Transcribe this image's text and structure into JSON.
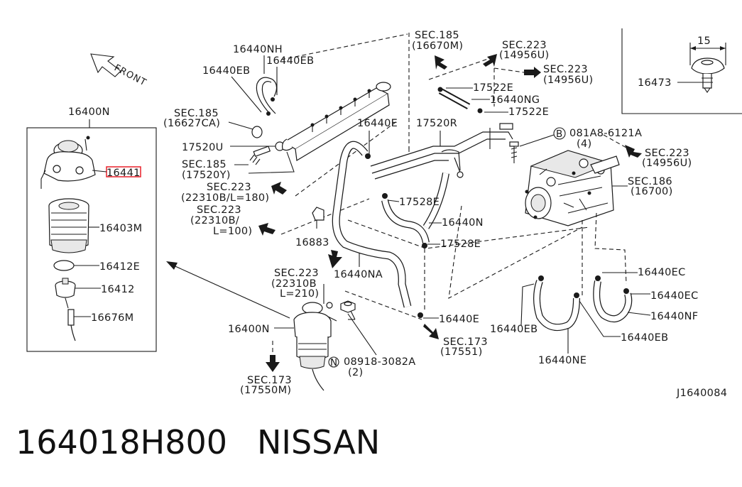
{
  "diagram": {
    "ref_code": "J1640084",
    "front_label": "FRONT",
    "labels": {
      "p16400N_top": "16400N",
      "p16441": "16441",
      "p16403M": "16403M",
      "p16412E": "16412E",
      "p16412": "16412",
      "p16676M": "16676M",
      "p16440NH": "16440NH",
      "p16440EB_a": "16440EB",
      "p16440EB_b": "16440EB",
      "sec185_a1": "SEC.185",
      "sec185_a2": "(16627CA)",
      "p17520U": "17520U",
      "sec185_b1": "SEC.185",
      "sec185_b2": "(17520Y)",
      "sec223_a1": "SEC.223",
      "sec223_a2": "(22310B/L=180)",
      "sec223_b1": "SEC.223",
      "sec223_b2": "(22310B/",
      "sec223_b3": "L=100)",
      "p16883": "16883",
      "sec185_c1": "SEC.185",
      "sec185_c2": "(16670M)",
      "sec223_c1": "SEC.223",
      "sec223_c2": "(14956U)",
      "sec223_d1": "SEC.223",
      "sec223_d2": "(14956U)",
      "p17522E_a": "17522E",
      "p16440NG": "16440NG",
      "p17522E_b": "17522E",
      "p16440E_a": "16440E",
      "p17520R": "17520R",
      "bolt_circle": "B",
      "bolt_code": "081A8-6121A",
      "bolt_qty": "(4)",
      "sec223_e1": "SEC.223",
      "sec223_e2": "(14956U)",
      "sec186_1": "SEC.186",
      "sec186_2": "(16700)",
      "p17528E_a": "17528E",
      "p16440N": "16440N",
      "p17528E_b": "17528E",
      "p16440NA": "16440NA",
      "sec223_f1": "SEC.223",
      "sec223_f2": "(22310B",
      "sec223_f3": "L=210)",
      "p16400N_bottom": "16400N",
      "p16440E_b": "16440E",
      "sec173_a1": "SEC.173",
      "sec173_a2": "(17551)",
      "nut_circle": "N",
      "nut_code": "08918-3082A",
      "nut_qty": "(2)",
      "sec173_b1": "SEC.173",
      "sec173_b2": "(17550M)",
      "p16440EC_a": "16440EC",
      "p16440EC_b": "16440EC",
      "p16440NF": "16440NF",
      "p16440EB_c": "16440EB",
      "p16440EB_d": "16440EB",
      "p16440NE": "16440NE",
      "dim_15": "15",
      "p16473": "16473"
    },
    "highlight_color": "#e8202a"
  },
  "caption": {
    "part_number": "164018H800",
    "brand": "NISSAN"
  }
}
